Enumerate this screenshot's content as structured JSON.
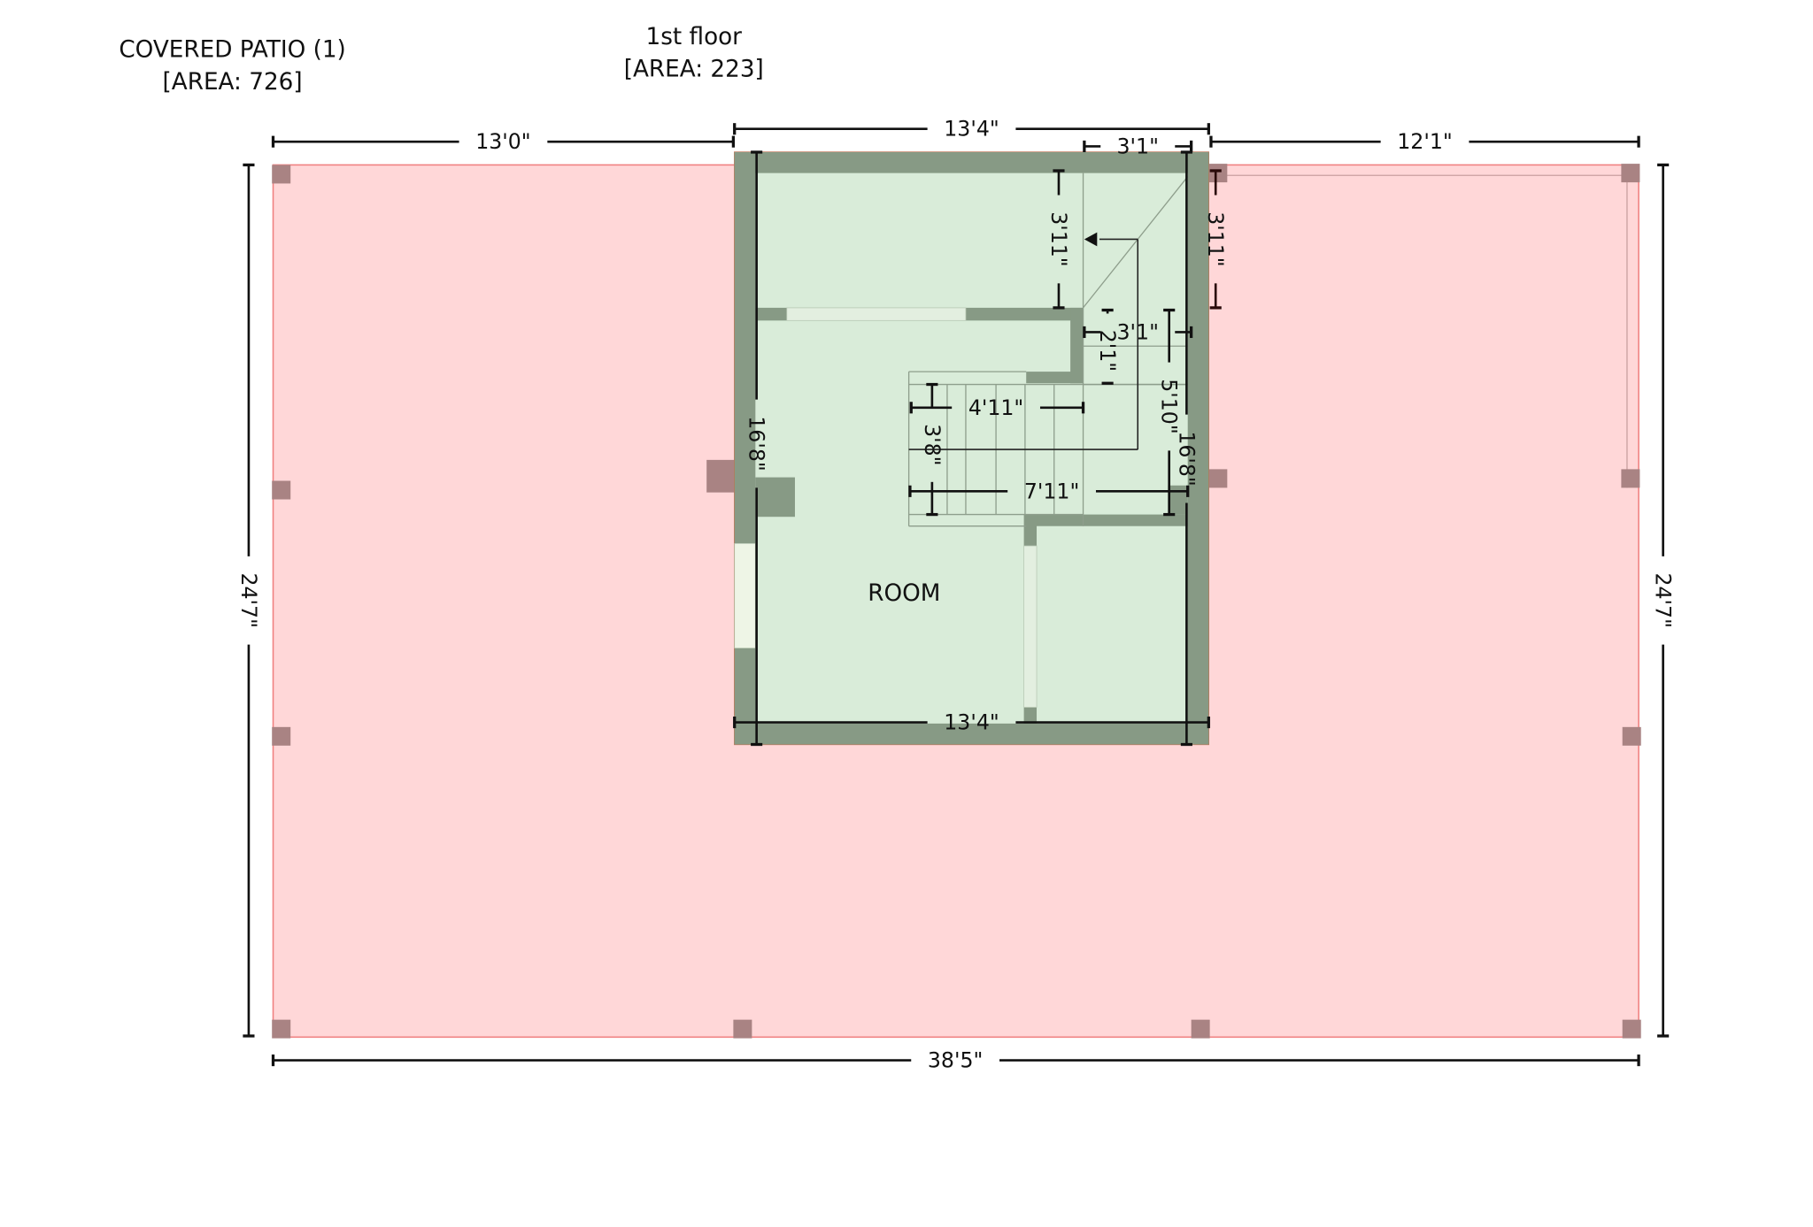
{
  "titles": {
    "patio_name": "COVERED PATIO (1)",
    "patio_area": "[AREA: 726]",
    "floor_name": "1st floor",
    "floor_area": "[AREA: 223]"
  },
  "room": {
    "label": "ROOM"
  },
  "dimensions": {
    "patio_left_top": "13'0\"",
    "room_top": "13'4\"",
    "patio_right_top": "12'1\"",
    "stair_top_width": "3'1\"",
    "patio_total_width": "38'5\"",
    "patio_left_height": "24'7\"",
    "patio_right_height": "24'7\"",
    "room_left_height": "16'8\"",
    "room_right_height": "16'8\"",
    "stair_upper_height": "3'11\"",
    "patio_right_upper_height": "3'11\"",
    "landing_width": "3'1\"",
    "landing_height": "2'1\"",
    "stair_run_height": "5'10\"",
    "stair_width_upper": "4'11\"",
    "stair_lower_height": "3'8\"",
    "stair_width_lower": "7'11\"",
    "room_bottom": "13'4\""
  },
  "colors": {
    "patio_fill": "#ffd7d8",
    "patio_stroke": "#f08080",
    "room_fill": "#d9ecd9",
    "wall": "#879a85",
    "post": "#a98383",
    "dimension": "#111111"
  }
}
